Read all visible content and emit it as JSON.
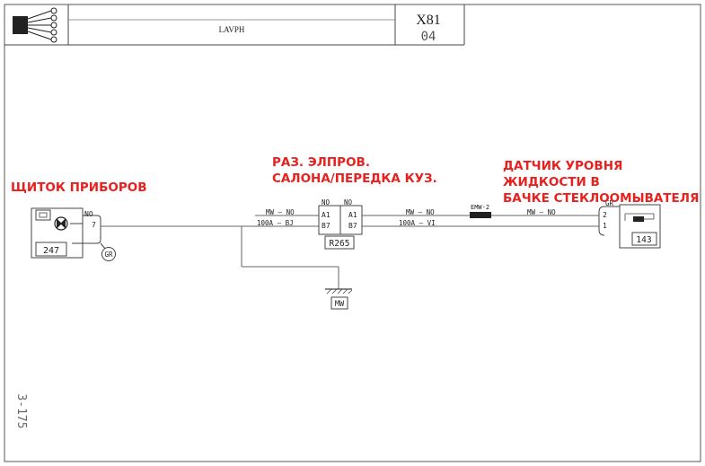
{
  "header": {
    "center_label": "LAVPH",
    "code": "X81",
    "revision": "04"
  },
  "sheet_number": "3-175",
  "callouts": {
    "instrument_panel": "ЩИТОК ПРИБОРОВ",
    "connector_line1": "РАЗ. ЭЛПРОВ.",
    "connector_line2": "САЛОНА/ПЕРЕДКА КУЗ.",
    "sensor_line1": "ДАТЧИК УРОВНЯ ЖИДКОСТИ В",
    "sensor_line2": "БАЧКЕ СТЕКЛООМЫВАТЕЛЯ"
  },
  "components": {
    "instrument_panel": {
      "number": "247",
      "wire_label": "NO",
      "pin": "7",
      "ground_tag": "GR"
    },
    "connector": {
      "id": "R265",
      "left_color": "NO",
      "right_color": "NO",
      "left_pins": [
        "A1",
        "B7"
      ],
      "right_pins": [
        "A1",
        "B7"
      ]
    },
    "ground": {
      "tag": "MW"
    },
    "sensor": {
      "number": "143",
      "color": "GR",
      "pins": [
        "2",
        "1"
      ]
    }
  },
  "wires": {
    "left_top": "MW — NO",
    "left_bottom": "100A — BJ",
    "mid_top": "MW — NO",
    "mid_bottom": "100A — VI",
    "splice": "EMW-2",
    "right_top": "MW — NO"
  }
}
